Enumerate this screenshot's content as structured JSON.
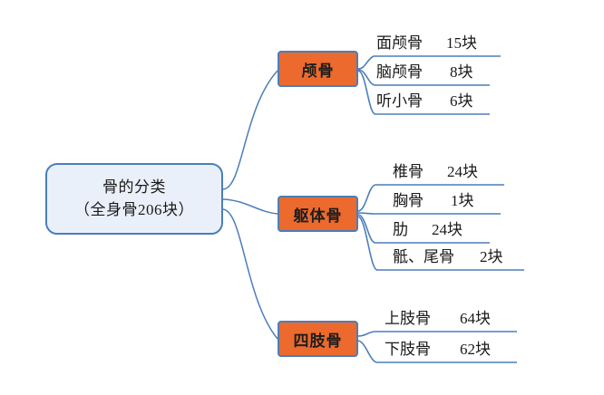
{
  "diagram": {
    "type": "mind-map",
    "title": "骨的分类",
    "root": {
      "line1": "骨的分类",
      "line2": "（全身骨206块）",
      "fill": "#eaf0fa",
      "stroke": "#4a7ebb"
    },
    "branch_fill": "#ec6a2d",
    "branch_stroke": "#4a7ebb",
    "connector_color": "#4a7ebb",
    "branches": [
      {
        "label": "颅骨",
        "leaves": [
          {
            "name": "面颅骨",
            "count": "15块"
          },
          {
            "name": "脑颅骨",
            "count": "8块"
          },
          {
            "name": "听小骨",
            "count": "6块"
          }
        ]
      },
      {
        "label": "躯体骨",
        "leaves": [
          {
            "name": "椎骨",
            "count": "24块"
          },
          {
            "name": "胸骨",
            "count": "1块"
          },
          {
            "name": "肋",
            "count": "24块"
          },
          {
            "name": "骶、尾骨",
            "count": "2块"
          }
        ]
      },
      {
        "label": "四肢骨",
        "leaves": [
          {
            "name": "上肢骨",
            "count": "64块"
          },
          {
            "name": "下肢骨",
            "count": "62块"
          }
        ]
      }
    ]
  }
}
